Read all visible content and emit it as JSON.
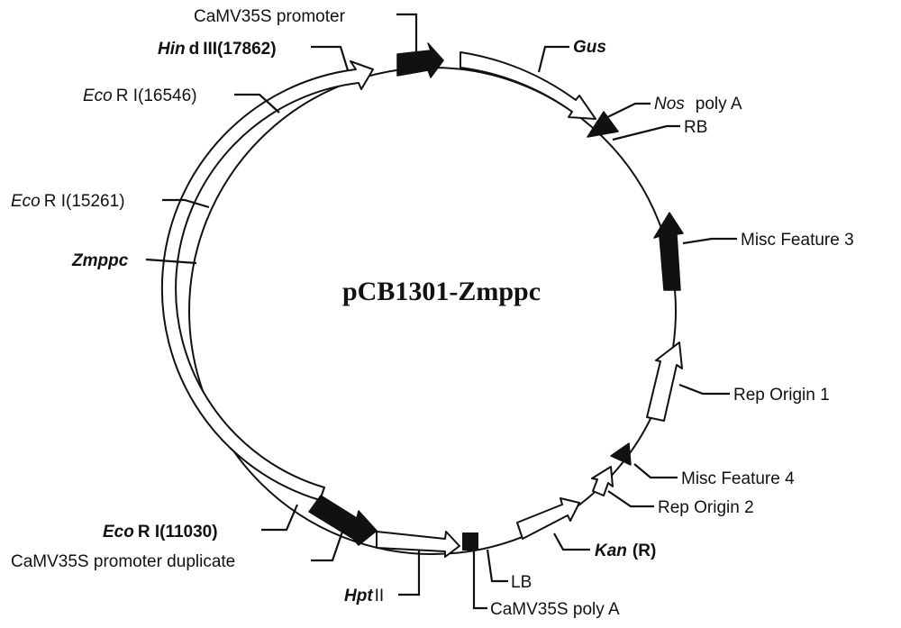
{
  "title": "pCB1301-Zmppc",
  "colors": {
    "ink": "#111111",
    "background": "#ffffff"
  },
  "labels": {
    "camv35s_promoter": "CaMV35S promoter",
    "hind_a": "Hin",
    "hind_b": "d",
    "hind_c": "III(17862)",
    "eco16546_a": "Eco",
    "eco16546_b": "R I(16546)",
    "eco15261_a": "Eco",
    "eco15261_b": "R I(15261)",
    "zmppc": "Zmppc",
    "eco11030_a": "Eco",
    "eco11030_b": "R I(11030)",
    "camv35s_promoter_duplicate": "CaMV35S promoter duplicate",
    "hpt_a": "Hpt",
    "hpt_b": "II",
    "lb": "LB",
    "camv35s_polya": "CaMV35S poly A",
    "kan_a": "Kan",
    "kan_b": "(R)",
    "rep_origin_2": "Rep Origin 2",
    "misc_feature_4": "Misc Feature 4",
    "rep_origin_1": "Rep Origin 1",
    "misc_feature_3": "Misc Feature 3",
    "gus": "Gus",
    "nos_a": "Nos",
    "nos_b": "poly A",
    "rb": "RB"
  }
}
